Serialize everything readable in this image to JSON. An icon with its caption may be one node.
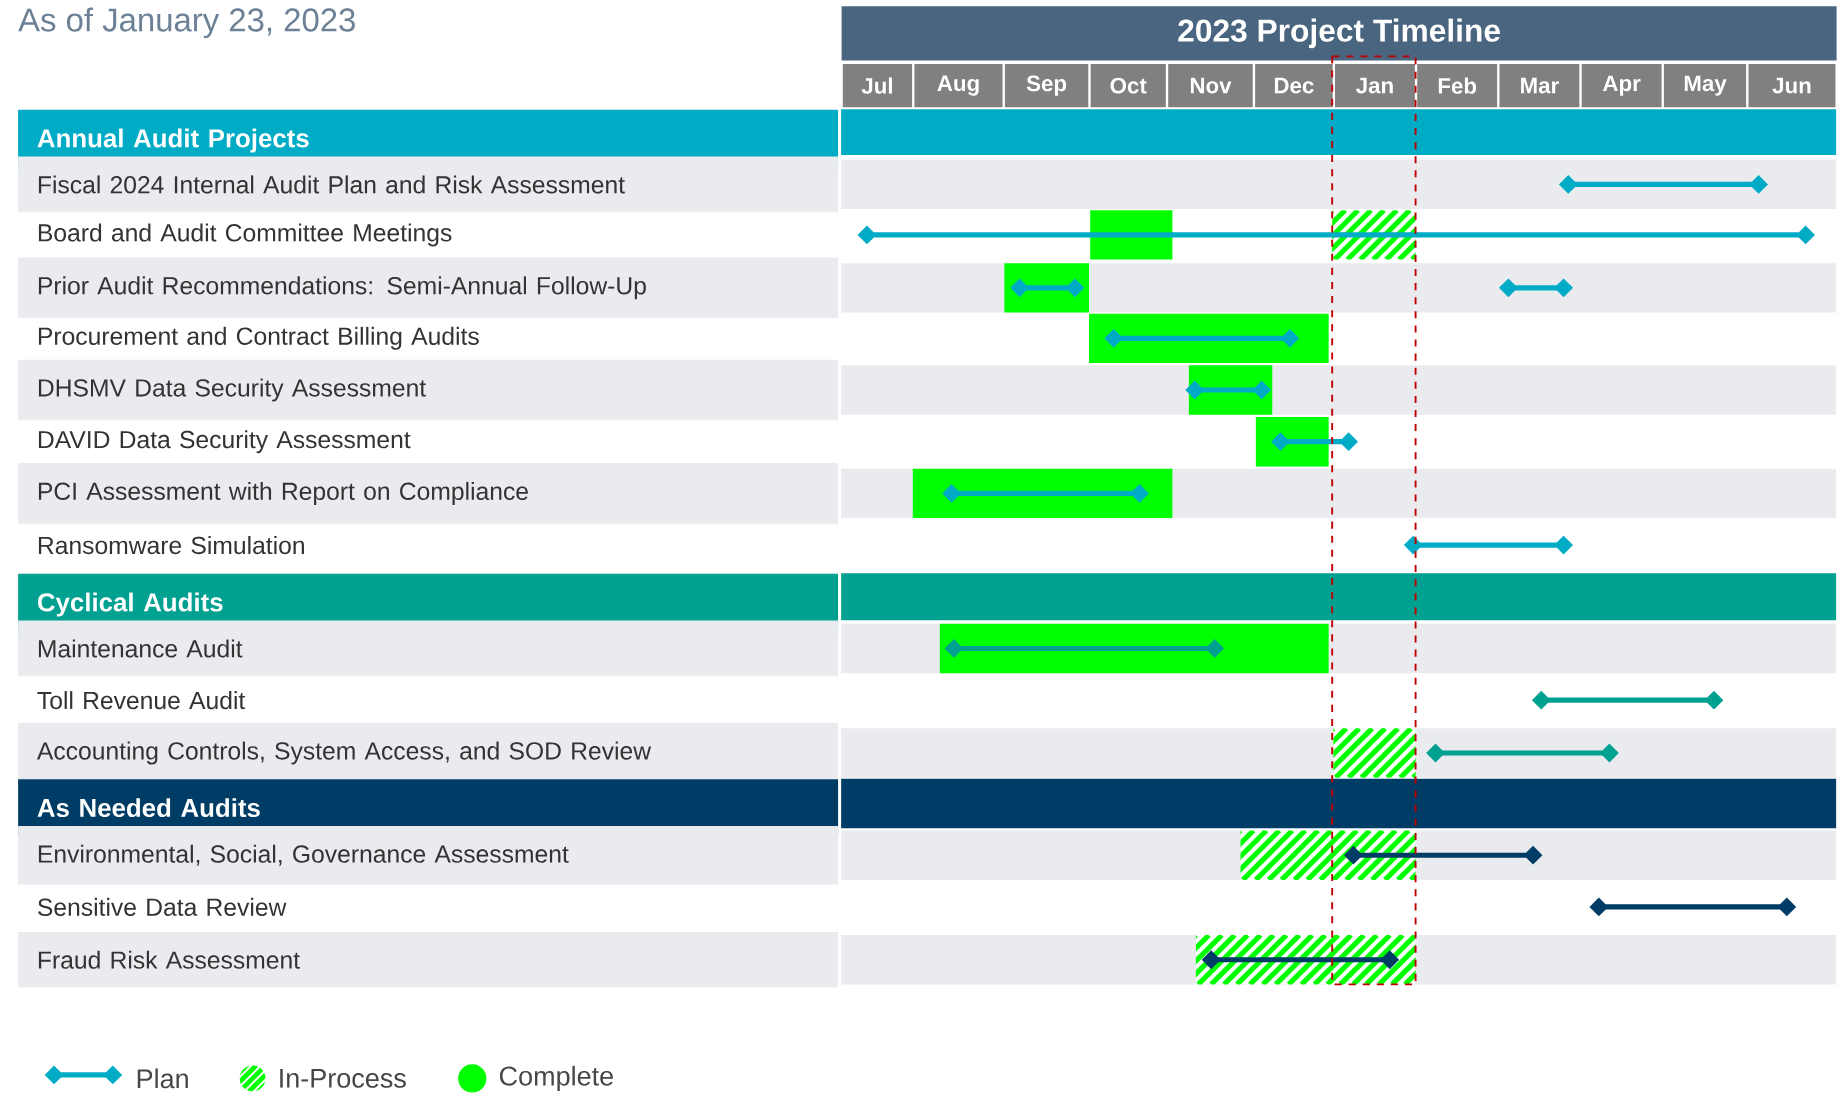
{
  "diagram": {
    "nodes": [
      {
        "text": [
          "2023 Project Timeline"
        ]
      },
      {
        "text": [
          "Jul"
        ]
      },
      {
        "text": [
          "Aug"
        ]
      },
      {
        "text": [
          "Sep"
        ]
      },
      {
        "text": [
          "Oct"
        ]
      },
      {
        "text": [
          "Nov"
        ]
      },
      {
        "text": [
          "Dec"
        ]
      },
      {
        "text": [
          "Jan"
        ]
      },
      {
        "text": [
          "Feb"
        ]
      },
      {
        "text": [
          "Mar"
        ]
      },
      {
        "text": [
          "Apr"
        ]
      },
      {
        "text": [
          "May"
        ]
      },
      {
        "text": [
          "Jun"
        ]
      },
      {
        "text": [
          "Annual Audit Projects"
        ]
      },
      {
        "text": [
          "Fiscal 2024 Internal Audit Plan and Risk Assessment"
        ]
      },
      {
        "text": [
          "Board and Audit Committee Meetings"
        ]
      },
      {
        "text": [
          "Prior Audit Recommendations: Semi-Annual Follow-Up"
        ]
      },
      {
        "text": [
          "Procurement and Contract Billing Audits"
        ]
      },
      {
        "text": [
          "DHSMV Data Security Assessment"
        ]
      },
      {
        "text": [
          "DAVID Data Security Assessment"
        ]
      },
      {
        "text": [
          "PCI Assessment with Report on Compliance"
        ]
      },
      {
        "text": [
          "Ransomware Simulation"
        ]
      },
      {
        "text": [
          "Cyclical Audits"
        ]
      },
      {
        "text": [
          "Maintenance Audit"
        ]
      },
      {
        "text": [
          "Toll Revenue Audit"
        ]
      },
      {
        "text": [
          "Accounting Controls, System Access, and SOD Review"
        ]
      },
      {
        "text": [
          "As Needed Audits"
        ]
      },
      {
        "text": [
          "Environmental, Social, Governance Assessment"
        ]
      },
      {
        "text": [
          "Sensitive Data Review"
        ]
      },
      {
        "text": [
          "Fraud Risk Assessment"
        ]
      }
    ],
    "labels": [
      "As of January 23, 2023"
    ],
    "legend": [
      {
        "text": "Plan"
      },
      {
        "text": "In-Process"
      },
      {
        "text": "Complete",
        "color": "#00ff00"
      }
    ]
  }
}
